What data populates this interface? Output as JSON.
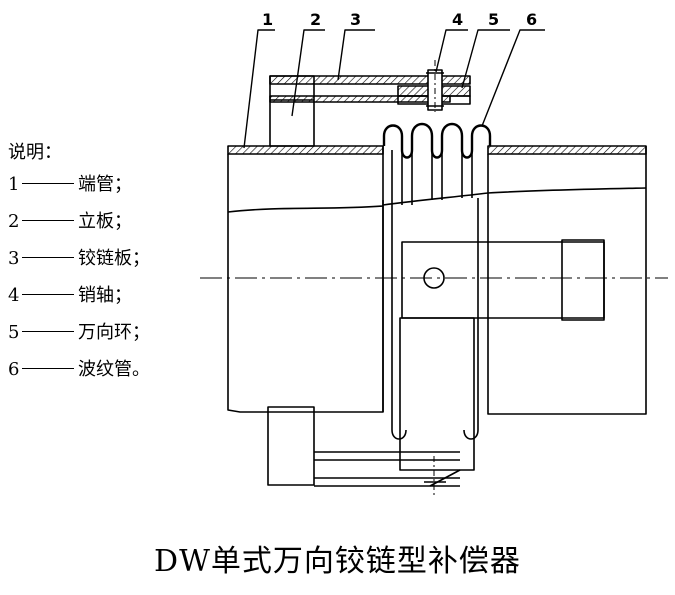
{
  "legend": {
    "title": "说明：",
    "items": [
      {
        "number": "1",
        "name": "端管；"
      },
      {
        "number": "2",
        "name": "立板；"
      },
      {
        "number": "3",
        "name": "铰链板；"
      },
      {
        "number": "4",
        "name": "销轴；"
      },
      {
        "number": "5",
        "name": "万向环；"
      },
      {
        "number": "6",
        "name": "波纹管。"
      }
    ]
  },
  "callouts": [
    "1",
    "2",
    "3",
    "4",
    "5",
    "6"
  ],
  "caption": "DW单式万向铰链型补偿器"
}
